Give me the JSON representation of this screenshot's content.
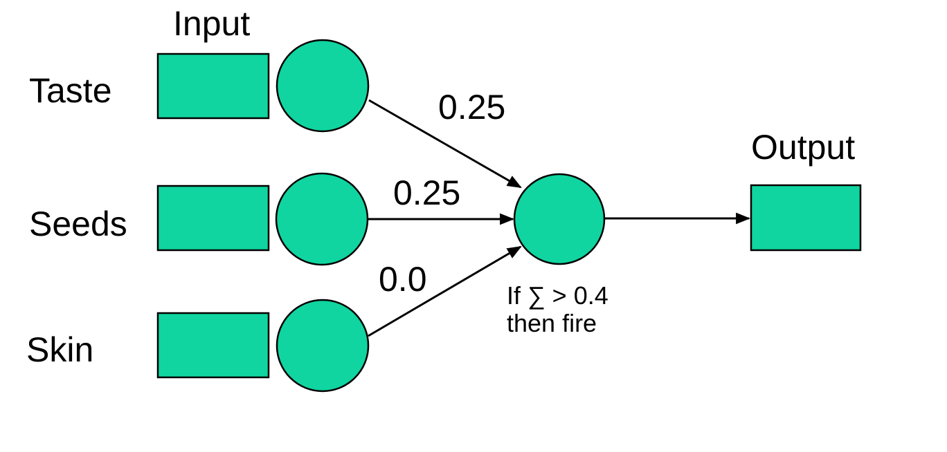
{
  "colors": {
    "node_fill": "#10d5a0",
    "node_stroke": "#000000",
    "text": "#000000",
    "background": "#ffffff"
  },
  "diagram": {
    "input_title": "Input",
    "output_title": "Output",
    "inputs": [
      {
        "label": "Taste",
        "weight": "0.25"
      },
      {
        "label": "Seeds",
        "weight": "0.25"
      },
      {
        "label": "Skin",
        "weight": "0.0"
      }
    ],
    "neuron": {
      "rule_line1": "If ∑ > 0.4",
      "rule_line2": "then fire"
    }
  }
}
